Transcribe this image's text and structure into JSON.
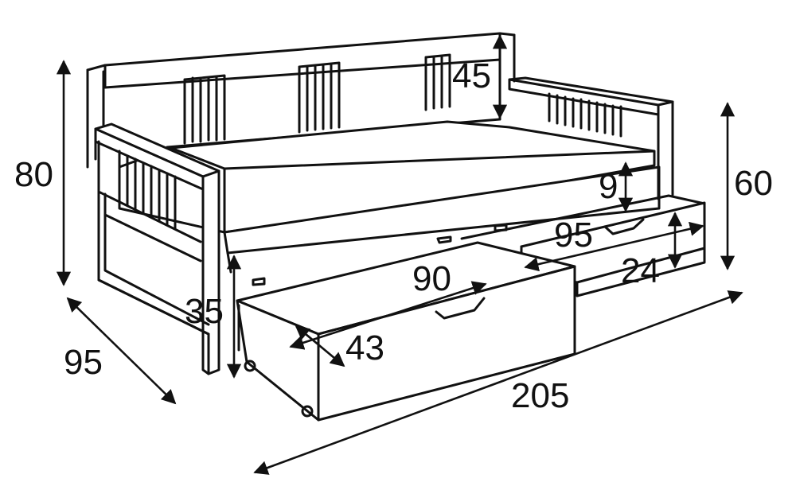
{
  "colors": {
    "line": "#111111",
    "background": "#ffffff"
  },
  "dimensions": {
    "total_height": "80",
    "depth": "95",
    "headboard_height": "45",
    "armrest_height": "60",
    "rail_height": "9",
    "small_drawer_width": "95",
    "small_drawer_height": "24",
    "large_drawer_width": "90",
    "large_drawer_depth": "43",
    "drawer_clearance": "35",
    "total_length": "205"
  }
}
